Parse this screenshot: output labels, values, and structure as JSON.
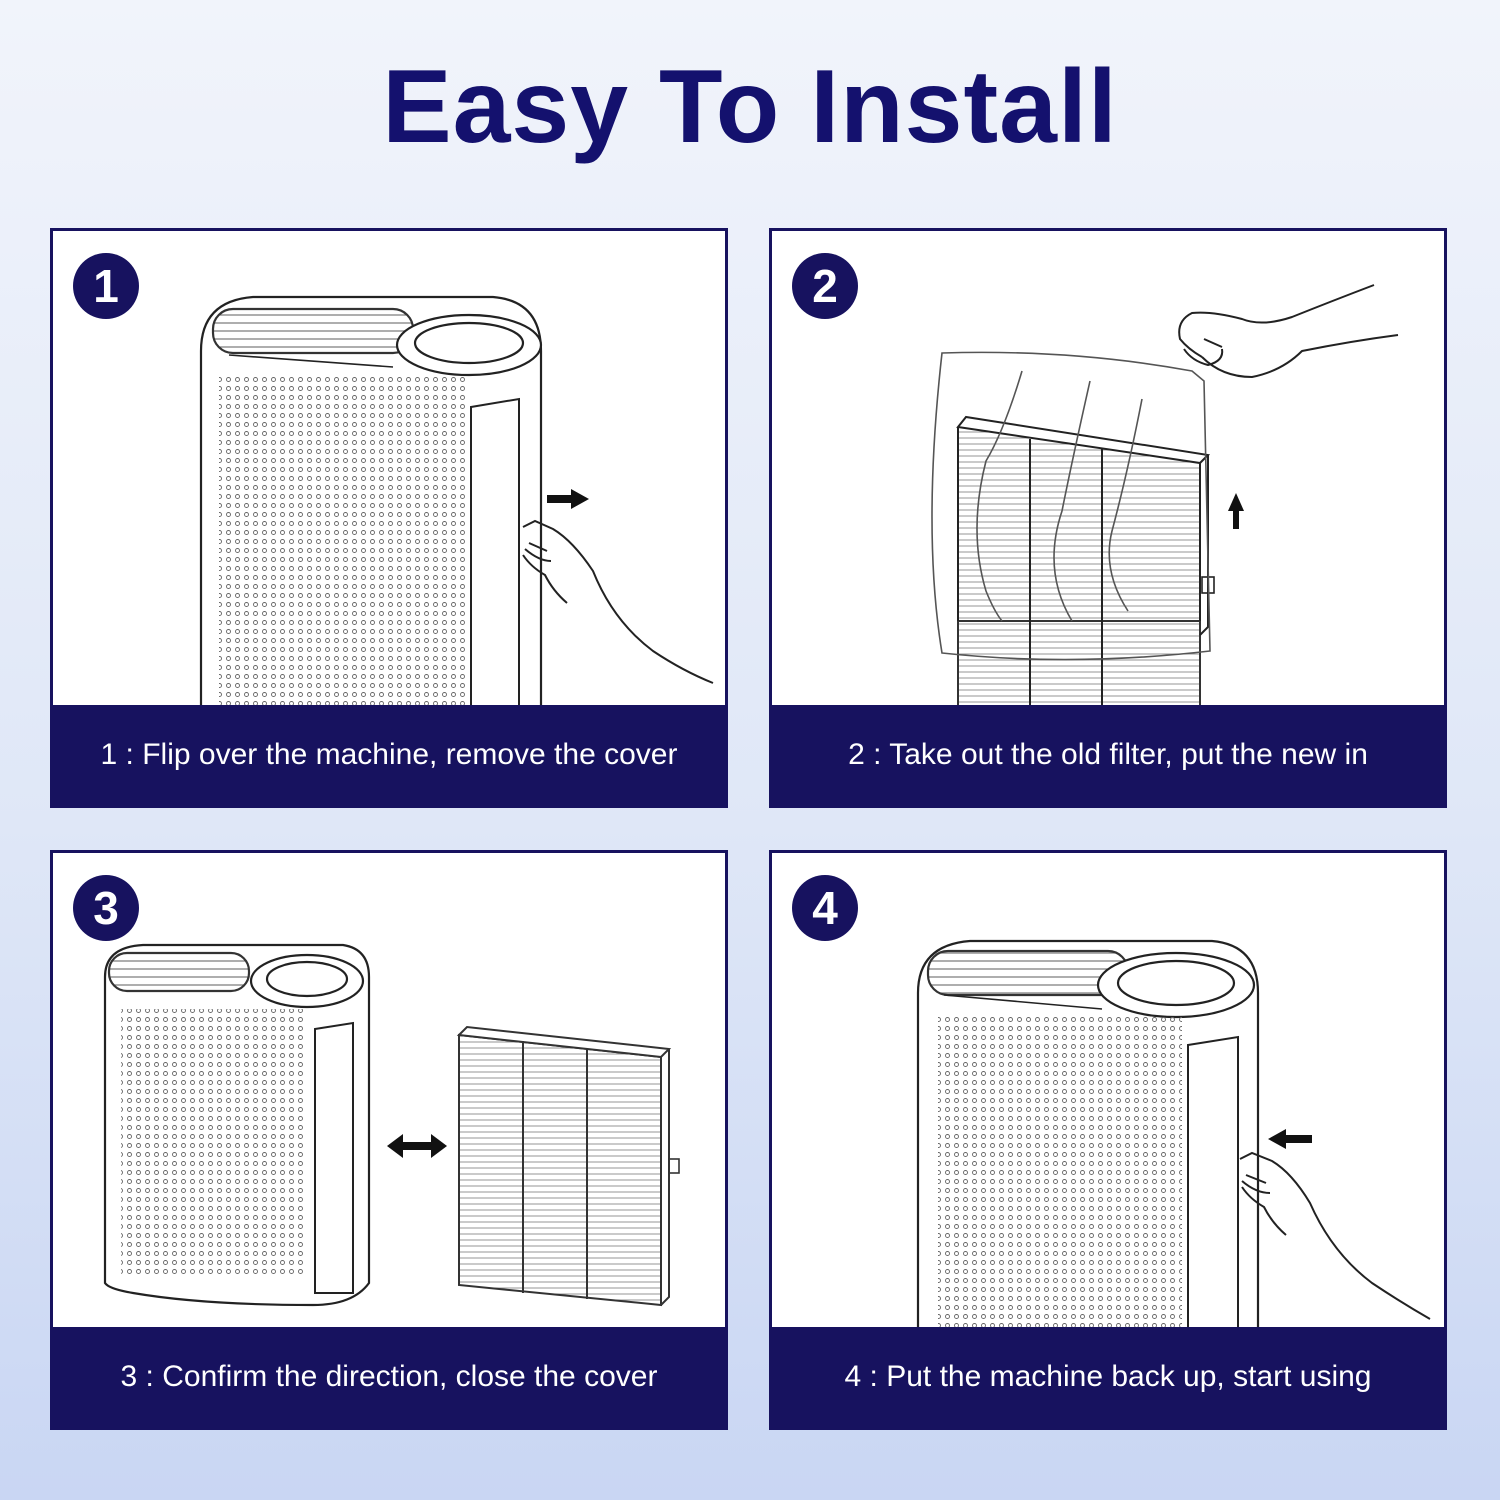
{
  "title": "Easy To Install",
  "colors": {
    "accent": "#17125f",
    "title": "#14116e",
    "background": "#dfe7f7"
  },
  "steps": [
    {
      "number": "1",
      "caption": "1 : Flip over the machine, remove the cover",
      "icon": "arrow-right-icon"
    },
    {
      "number": "2",
      "caption": "2 : Take out the old filter, put the new in",
      "icon": "arrow-up-icon"
    },
    {
      "number": "3",
      "caption": "3 : Confirm the direction, close the cover",
      "icon": "double-arrow-icon"
    },
    {
      "number": "4",
      "caption": "4 : Put the machine back up, start using",
      "icon": "arrow-left-icon"
    }
  ]
}
